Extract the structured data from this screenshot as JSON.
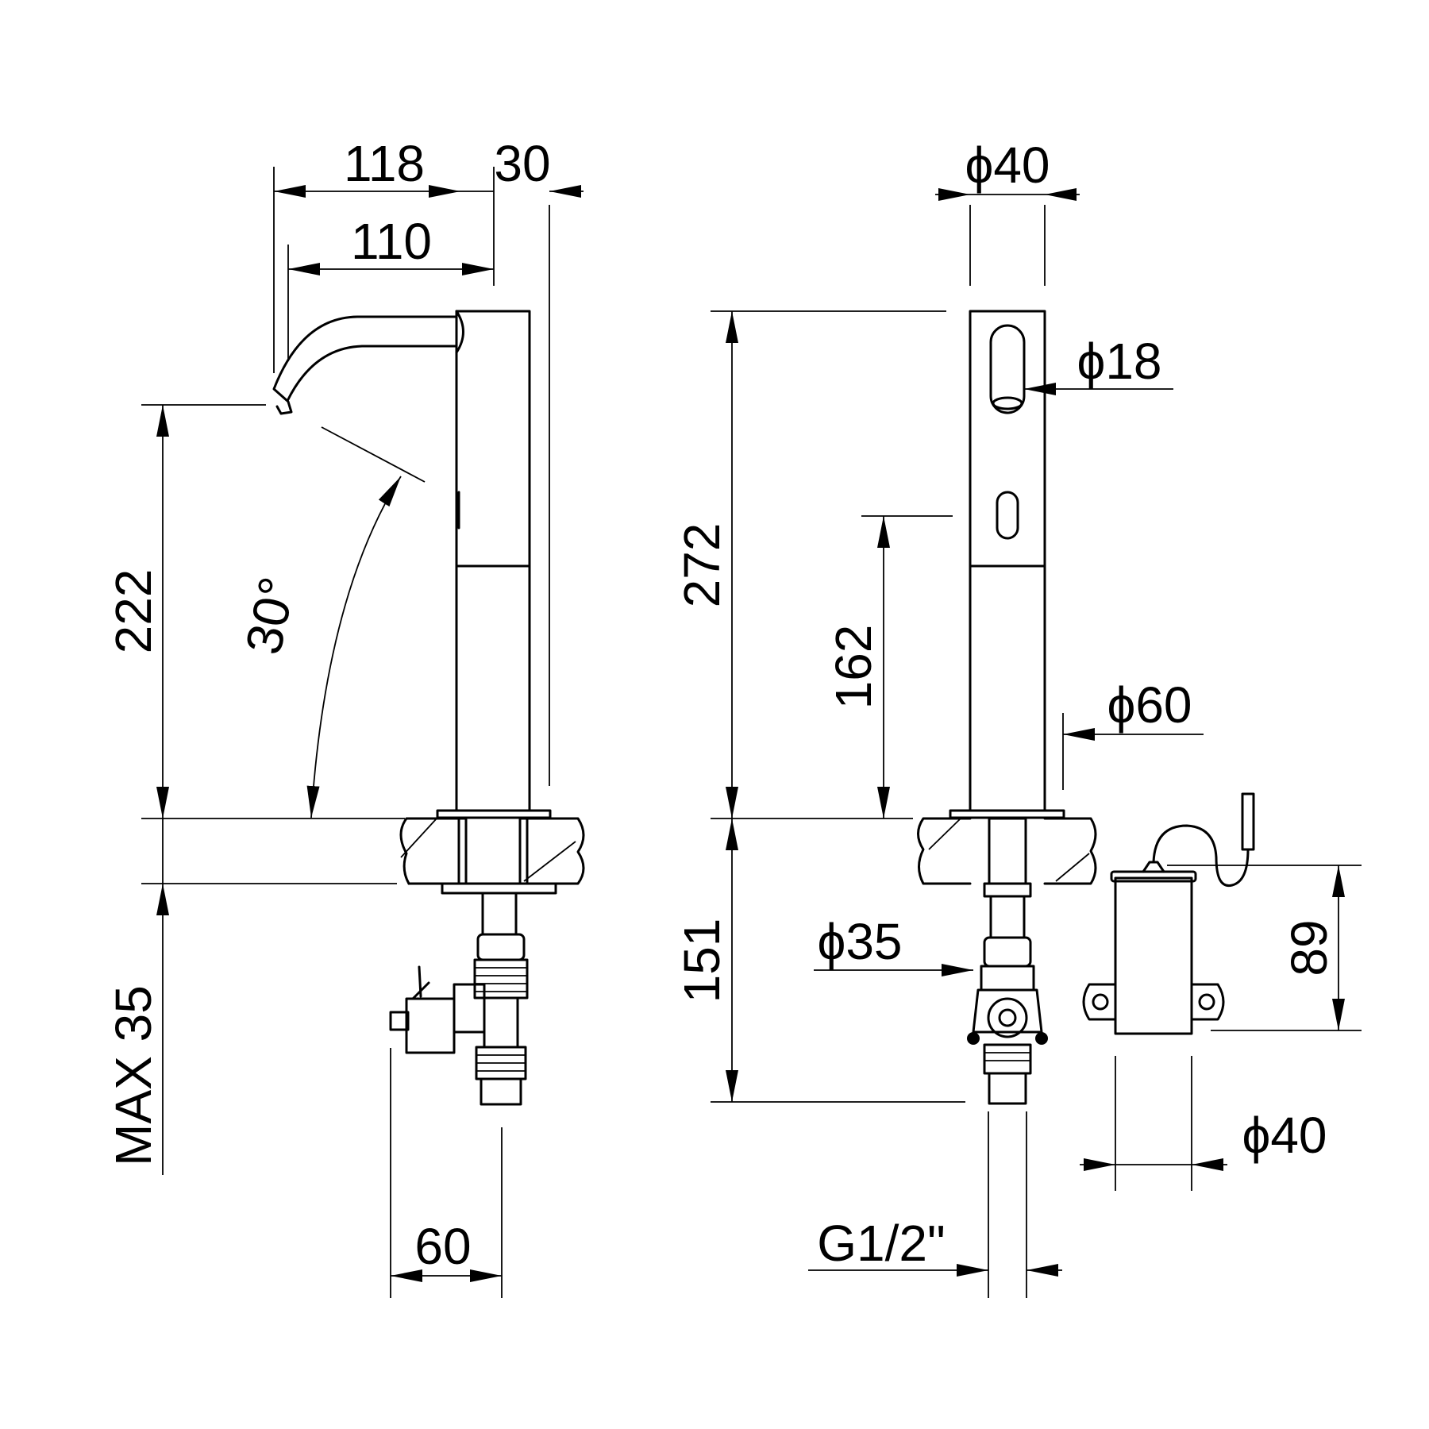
{
  "dimensions": {
    "spout_reach_total": "118",
    "spout_reach": "110",
    "body_offset": "30",
    "spray_angle": "30°",
    "height_above_deck": "222",
    "deck_thickness": "MAX 35",
    "valve_width": "60",
    "body_diameter_top": "ϕ40",
    "sensor_diameter": "ϕ18",
    "total_height": "272",
    "sensor_height": "162",
    "base_diameter": "ϕ60",
    "below_deck_length": "151",
    "shank_diameter": "ϕ35",
    "connection_thread": "G1/2\"",
    "control_box_height": "89",
    "control_box_diameter": "ϕ40"
  }
}
